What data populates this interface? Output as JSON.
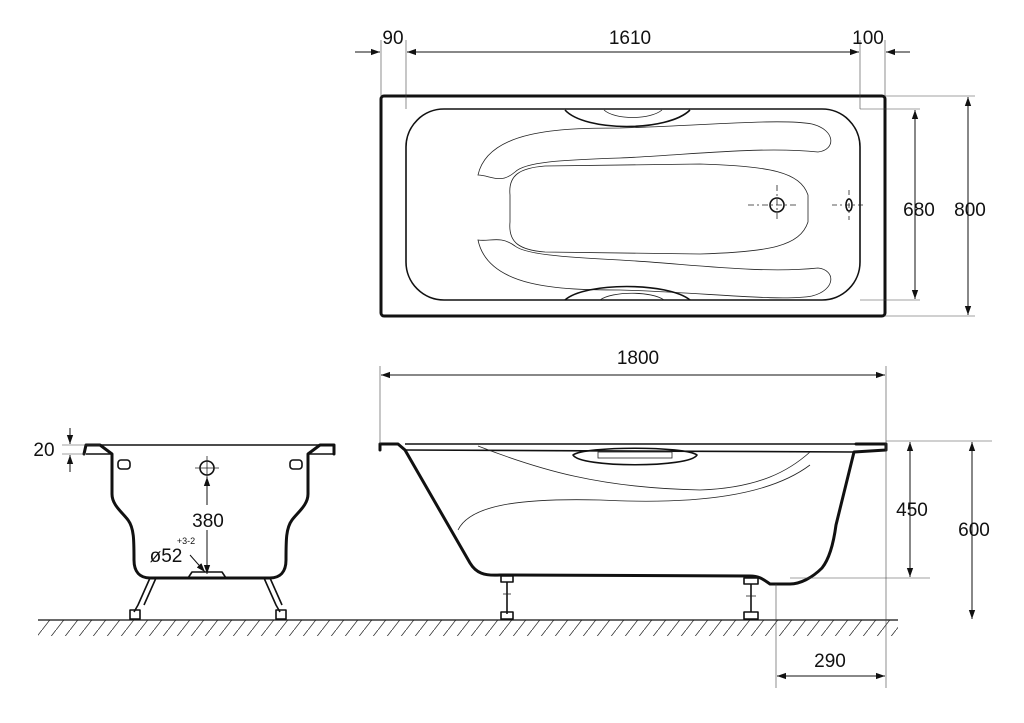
{
  "dimensions": {
    "top_view": {
      "offset_left": "90",
      "inner_length": "1610",
      "offset_right": "100",
      "inner_width": "680",
      "outer_width": "800"
    },
    "side_view": {
      "total_length": "1800",
      "inner_depth": "450",
      "total_height": "600",
      "drain_offset": "290"
    },
    "end_view": {
      "rim_thickness": "20",
      "drain_height": "380",
      "drain_diameter": "ø52",
      "drain_tolerance": "+3-2"
    }
  }
}
